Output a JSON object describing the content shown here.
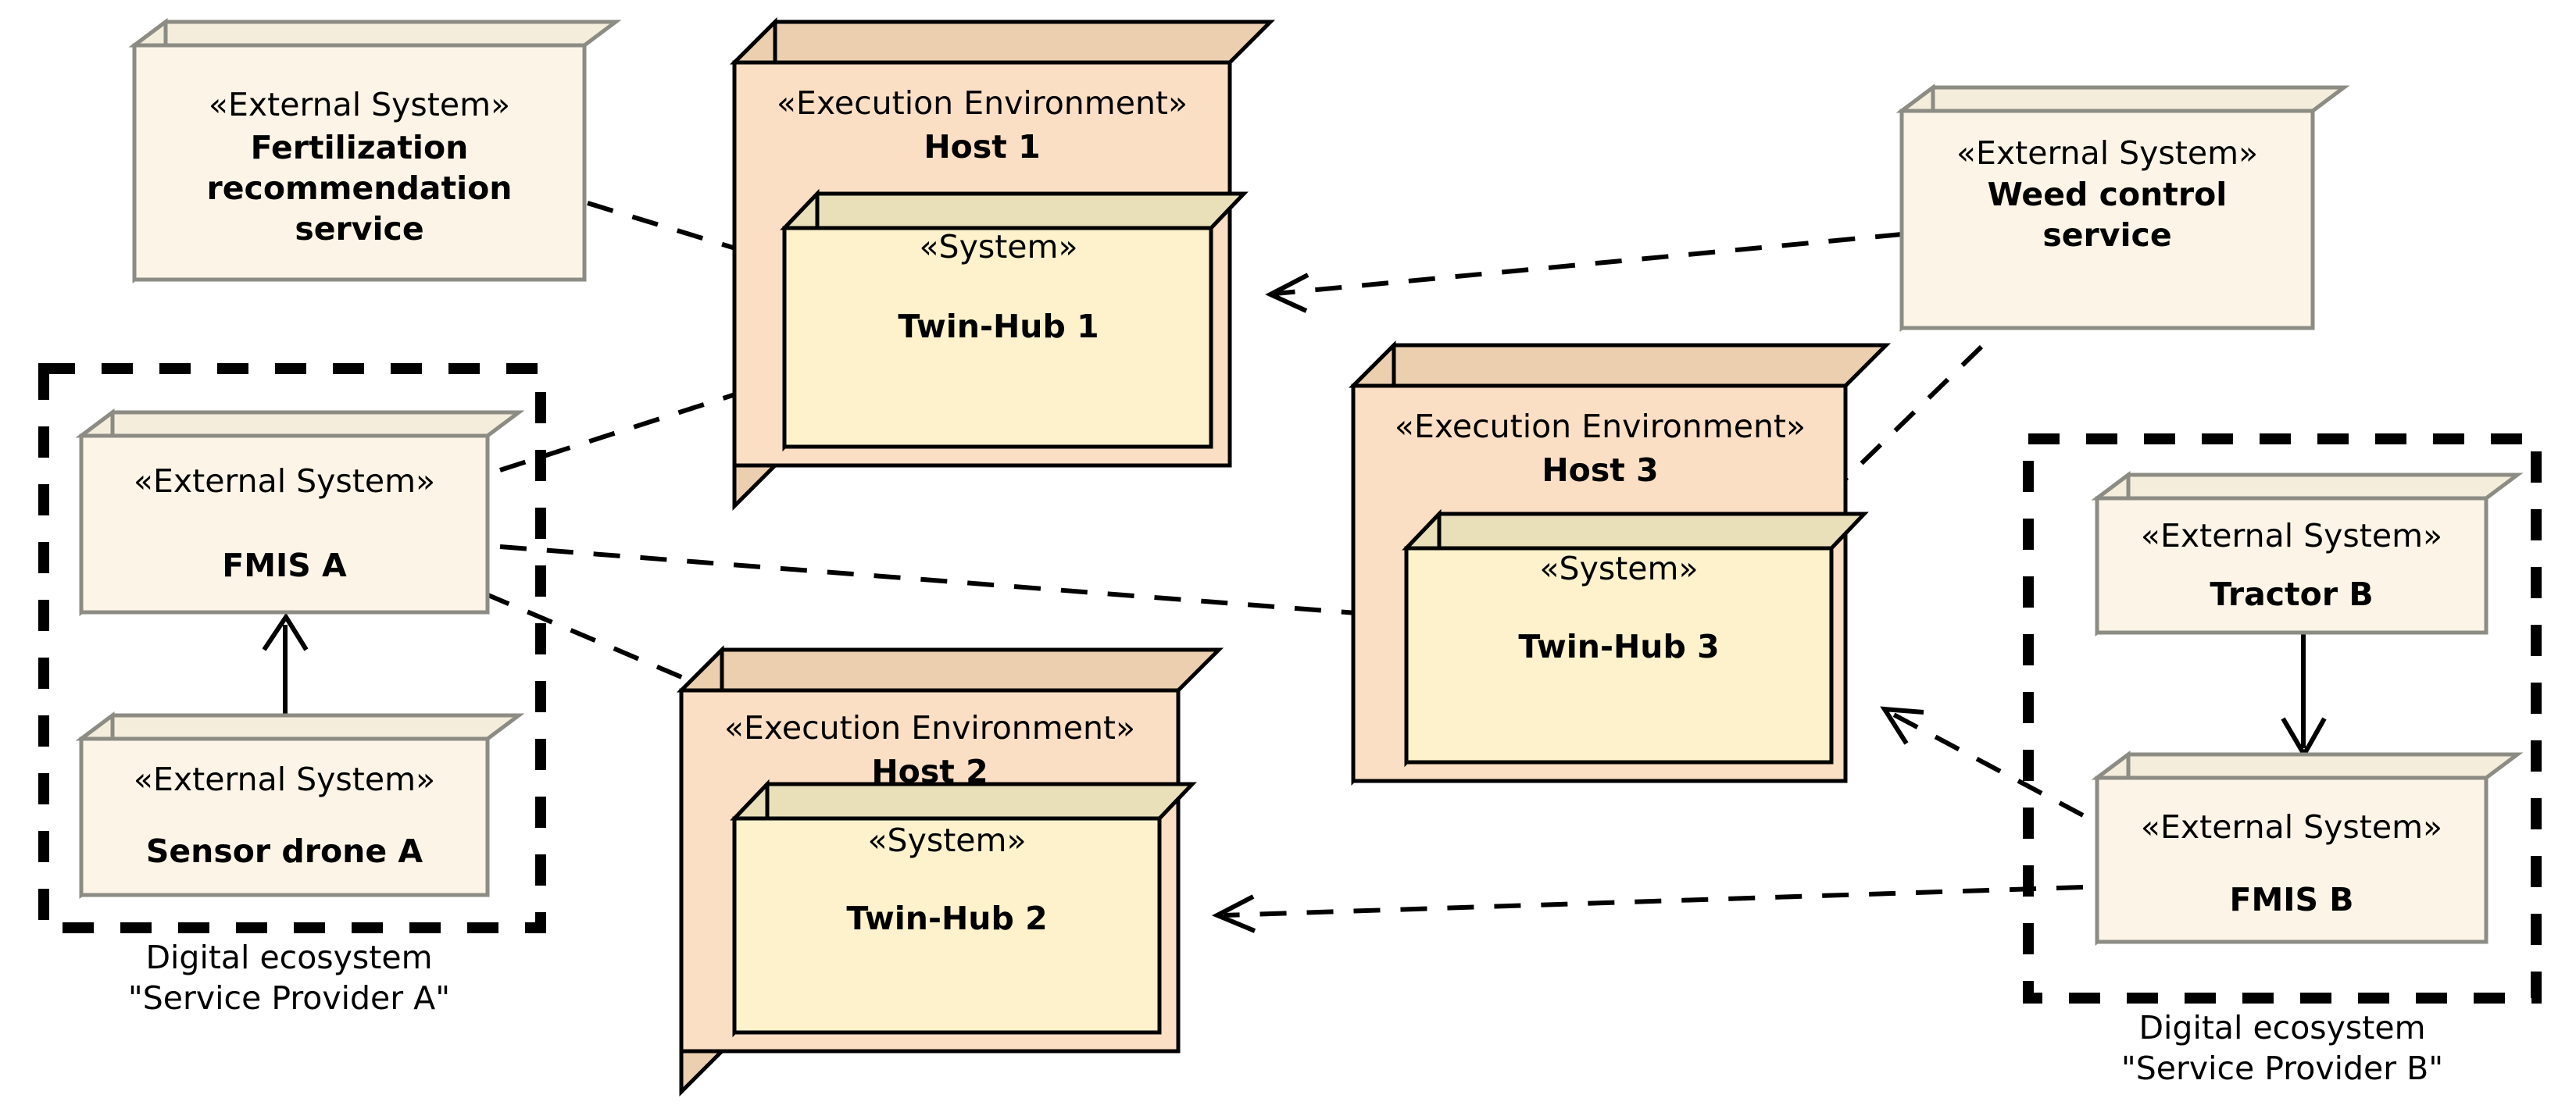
{
  "diagram": {
    "type": "uml-deployment-diagram",
    "background": "#ffffff",
    "colors": {
      "execution_environment_front": "#FBDFC4",
      "execution_environment_top": "#EBCFAF",
      "execution_environment_side": "#EBCFAF",
      "system_front": "#FDF2CC",
      "system_top": "#E9E0BA",
      "system_side": "#E9E0BA",
      "external_system_front": "#FCF5E7",
      "external_system_top": "#F4EDDC",
      "external_system_side": "#F4EDDC",
      "external_system_border": "#8c8c84",
      "node_border": "#000000",
      "connector": "#000000"
    },
    "stereotypes": {
      "external_system": "«External System»",
      "execution_environment": "«Execution Environment»",
      "system": "«System»"
    },
    "nodes": [
      {
        "id": "fertilization-service",
        "kind": "external-system",
        "stereotype": "«External System»",
        "name_lines": [
          "Fertilization",
          "recommendation",
          "service"
        ]
      },
      {
        "id": "weed-control-service",
        "kind": "external-system",
        "stereotype": "«External System»",
        "name_lines": [
          "Weed control",
          "service"
        ]
      },
      {
        "id": "fmis-a",
        "kind": "external-system",
        "stereotype": "«External System»",
        "name_lines": [
          "FMIS A"
        ]
      },
      {
        "id": "sensor-drone-a",
        "kind": "external-system",
        "stereotype": "«External System»",
        "name_lines": [
          "Sensor drone A"
        ]
      },
      {
        "id": "tractor-b",
        "kind": "external-system",
        "stereotype": "«External System»",
        "name_lines": [
          "Tractor B"
        ]
      },
      {
        "id": "fmis-b",
        "kind": "external-system",
        "stereotype": "«External System»",
        "name_lines": [
          "FMIS B"
        ]
      },
      {
        "id": "host-1",
        "kind": "execution-environment",
        "stereotype": "«Execution Environment»",
        "name_lines": [
          "Host 1"
        ],
        "contains": "twin-hub-1"
      },
      {
        "id": "host-2",
        "kind": "execution-environment",
        "stereotype": "«Execution Environment»",
        "name_lines": [
          "Host 2"
        ],
        "contains": "twin-hub-2"
      },
      {
        "id": "host-3",
        "kind": "execution-environment",
        "stereotype": "«Execution Environment»",
        "name_lines": [
          "Host 3"
        ],
        "contains": "twin-hub-3"
      },
      {
        "id": "twin-hub-1",
        "kind": "system",
        "stereotype": "«System»",
        "name_lines": [
          "Twin-Hub 1"
        ]
      },
      {
        "id": "twin-hub-2",
        "kind": "system",
        "stereotype": "«System»",
        "name_lines": [
          "Twin-Hub 2"
        ]
      },
      {
        "id": "twin-hub-3",
        "kind": "system",
        "stereotype": "«System»",
        "name_lines": [
          "Twin-Hub 3"
        ]
      }
    ],
    "boundaries": [
      {
        "id": "ecosystem-a",
        "style": "dashed",
        "label_lines": [
          "Digital ecosystem",
          "\"Service Provider A\""
        ],
        "members": [
          "fmis-a",
          "sensor-drone-a"
        ]
      },
      {
        "id": "ecosystem-b",
        "style": "dashed",
        "label_lines": [
          "Digital ecosystem",
          "\"Service Provider B\""
        ],
        "members": [
          "tractor-b",
          "fmis-b"
        ]
      }
    ],
    "connections": [
      {
        "from": "fertilization-service",
        "to": "twin-hub-1",
        "style": "dashed",
        "arrow": "open"
      },
      {
        "from": "fmis-a",
        "to": "twin-hub-1",
        "style": "dashed",
        "arrow": "open"
      },
      {
        "from": "weed-control-service",
        "to": "twin-hub-1",
        "style": "dashed",
        "arrow": "open"
      },
      {
        "from": "fmis-a",
        "to": "twin-hub-3",
        "style": "dashed",
        "arrow": "open"
      },
      {
        "from": "weed-control-service",
        "to": "host-3",
        "style": "dashed",
        "arrow": "open"
      },
      {
        "from": "fmis-b",
        "to": "twin-hub-3",
        "style": "dashed",
        "arrow": "open"
      },
      {
        "from": "fmis-a",
        "to": "twin-hub-2",
        "style": "dashed",
        "arrow": "open"
      },
      {
        "from": "fmis-b",
        "to": "twin-hub-2",
        "style": "dashed",
        "arrow": "open"
      },
      {
        "from": "sensor-drone-a",
        "to": "fmis-a",
        "style": "solid",
        "arrow": "open"
      },
      {
        "from": "tractor-b",
        "to": "fmis-b",
        "style": "solid",
        "arrow": "open"
      }
    ]
  },
  "labels": {
    "fertilization_stereo": "«External System»",
    "fertilization_l1": "Fertilization",
    "fertilization_l2": "recommendation",
    "fertilization_l3": "service",
    "weed_stereo": "«External System»",
    "weed_l1": "Weed control",
    "weed_l2": "service",
    "fmisa_stereo": "«External System»",
    "fmisa_name": "FMIS A",
    "drone_stereo": "«External System»",
    "drone_name": "Sensor drone A",
    "tractorb_stereo": "«External System»",
    "tractorb_name": "Tractor B",
    "fmisb_stereo": "«External System»",
    "fmisb_name": "FMIS B",
    "host1_stereo": "«Execution Environment»",
    "host1_name": "Host 1",
    "host2_stereo": "«Execution Environment»",
    "host2_name": "Host 2",
    "host3_stereo": "«Execution Environment»",
    "host3_name": "Host 3",
    "sys_stereo": "«System»",
    "twinhub1_name": "Twin-Hub 1",
    "twinhub2_name": "Twin-Hub 2",
    "twinhub3_name": "Twin-Hub 3",
    "ecoa_l1": "Digital ecosystem",
    "ecoa_l2": "\"Service Provider A\"",
    "ecob_l1": "Digital ecosystem",
    "ecob_l2": "\"Service Provider B\""
  }
}
